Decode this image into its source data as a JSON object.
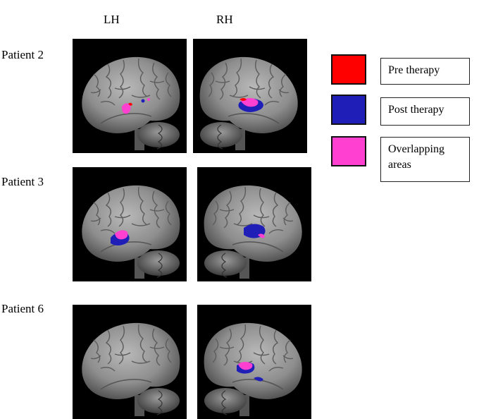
{
  "columns": [
    "LH",
    "RH"
  ],
  "rows": [
    {
      "label": "Patient 2"
    },
    {
      "label": "Patient 3"
    },
    {
      "label": "Patient 6"
    }
  ],
  "legend": [
    {
      "label": "Pre therapy",
      "color": "#ff0000"
    },
    {
      "label": "Post therapy",
      "color": "#1f1fb8"
    },
    {
      "label": "Overlapping areas",
      "color": "#ff40d0"
    }
  ],
  "colors": {
    "pre": "#ff0000",
    "post": "#1f1fb8",
    "overlap": "#ff40d0",
    "brain": "#8a8a8a",
    "panel_bg": "#000000"
  }
}
